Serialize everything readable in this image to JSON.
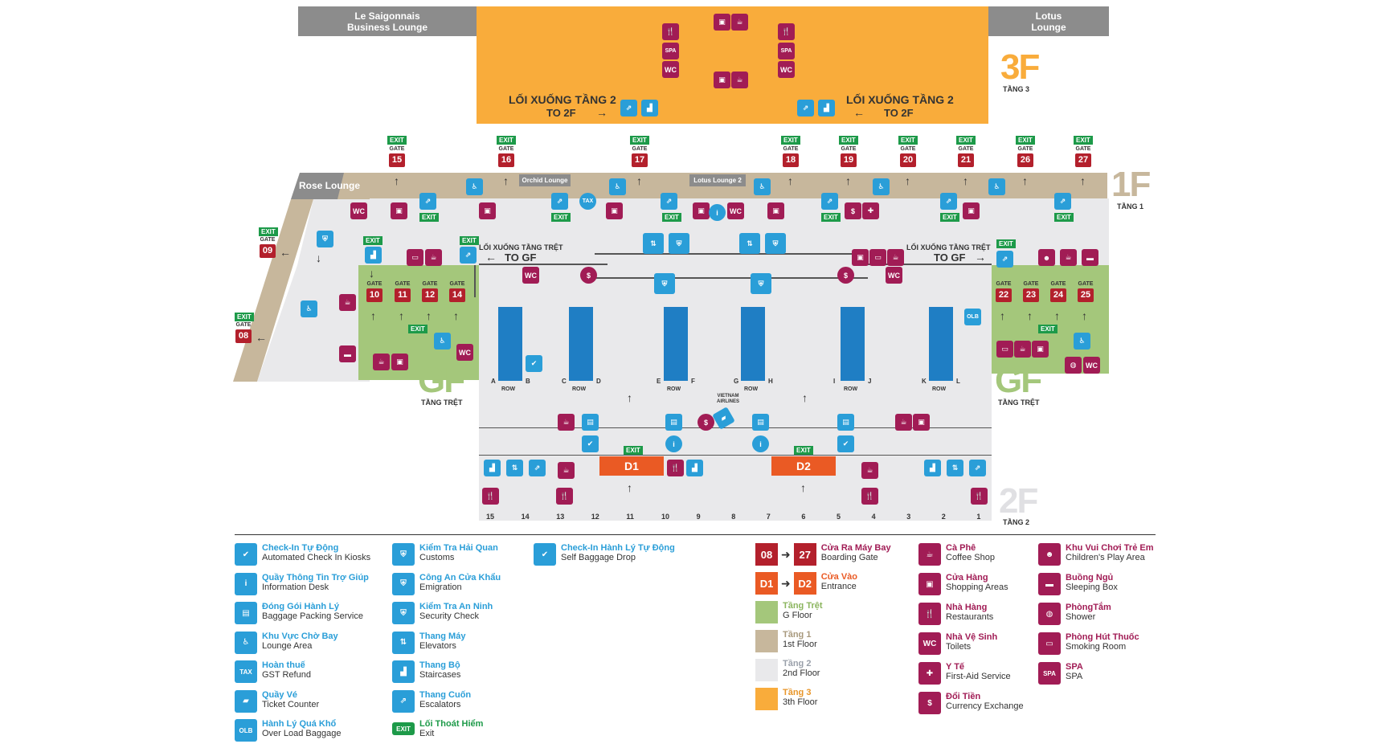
{
  "floors": {
    "f3": {
      "label": "3F",
      "sub": "TẦNG 3"
    },
    "f1": {
      "label": "1F",
      "sub": "TẦNG 1"
    },
    "gf_left": {
      "label": "GF",
      "sub": "TẦNG TRỆT"
    },
    "gf_right": {
      "label": "GF",
      "sub": "TẦNG TRỆT"
    },
    "f2": {
      "label": "2F",
      "sub": "TẦNG 2"
    }
  },
  "lounges": {
    "saigonnais": "Le Saigonnais Business Lounge",
    "lotus": "Lotus Lounge",
    "rose": "Rose Lounge",
    "orchid": "Orchid Lounge",
    "lotus2": "Lotus Lounge 2"
  },
  "map_text": {
    "down_to_2f_left_vn": "LỐI XUỐNG TẦNG 2",
    "down_to_2f_left_en": "TO 2F",
    "down_to_2f_right_vn": "LỐI XUỐNG TẦNG 2",
    "down_to_2f_right_en": "TO 2F",
    "down_to_gf_left_vn": "LỐI XUỐNG TẦNG TRỆT",
    "down_to_gf_left_en": "TO GF",
    "down_to_gf_right_vn": "LỐI XUỐNG TẦNG TRỆT",
    "down_to_gf_right_en": "TO GF",
    "vietnam_airlines": "VIETNAM AIRLINES",
    "row": "ROW"
  },
  "icon_text": {
    "exit": "EXIT",
    "gate": "GATE",
    "wc": "WC",
    "spa": "SPA",
    "tax": "TAX",
    "olb": "OLB"
  },
  "gates_1f": [
    "15",
    "16",
    "17",
    "18",
    "19",
    "20",
    "21",
    "26",
    "27"
  ],
  "gates_left": [
    "09",
    "08"
  ],
  "gates_gf_left": [
    "10",
    "11",
    "12",
    "14"
  ],
  "gates_gf_right": [
    "22",
    "23",
    "24",
    "25"
  ],
  "entrances": [
    "D1",
    "D2"
  ],
  "checkin_rows": [
    "A",
    "B",
    "C",
    "D",
    "E",
    "F",
    "G",
    "H",
    "I",
    "J",
    "K",
    "L"
  ],
  "door_numbers": [
    "15",
    "14",
    "13",
    "12",
    "11",
    "10",
    "9",
    "8",
    "7",
    "6",
    "5",
    "4",
    "3",
    "2",
    "1"
  ],
  "legend": {
    "col1": [
      {
        "vn": "Check-In Tự Động",
        "en": "Automated Check In Kiosks",
        "icon": "check-icon"
      },
      {
        "vn": "Quầy Thông Tin Trợ Giúp",
        "en": "Information Desk",
        "icon": "info-icon"
      },
      {
        "vn": "Đóng Gói Hành Lý",
        "en": "Baggage Packing Service",
        "icon": "baggage-packing-icon"
      },
      {
        "vn": "Khu Vực Chờ Bay",
        "en": "Lounge Area",
        "icon": "lounge-seat-icon"
      },
      {
        "vn": "Hoàn thuế",
        "en": "GST Refund",
        "icon": "tax-icon"
      },
      {
        "vn": "Quầy Vé",
        "en": "Ticket Counter",
        "icon": "ticket-icon"
      },
      {
        "vn": "Hành Lý Quá Khổ",
        "en": "Over Load Baggage",
        "icon": "olb-icon"
      }
    ],
    "col2": [
      {
        "vn": "Kiểm Tra Hải Quan",
        "en": "Customs",
        "icon": "customs-icon"
      },
      {
        "vn": "Công An Cửa Khẩu",
        "en": "Emigration",
        "icon": "emigration-icon"
      },
      {
        "vn": "Kiểm Tra An Ninh",
        "en": "Security Check",
        "icon": "security-icon"
      },
      {
        "vn": "Thang Máy",
        "en": "Elevators",
        "icon": "elevator-icon"
      },
      {
        "vn": "Thang Bộ",
        "en": "Staircases",
        "icon": "stairs-icon"
      },
      {
        "vn": "Thang Cuốn",
        "en": "Escalators",
        "icon": "escalator-icon"
      },
      {
        "vn": "Lối Thoát Hiểm",
        "en": "Exit",
        "icon": "exit-icon"
      }
    ],
    "col3": [
      {
        "vn": "Check-In Hành Lý Tự Động",
        "en": "Self Baggage Drop",
        "icon": "self-bag-drop-icon"
      }
    ],
    "col4": [
      {
        "vn": "Cửa Ra Máy Bay",
        "en": "Boarding Gate",
        "from": "08",
        "to": "27"
      },
      {
        "vn": "Cửa Vào",
        "en": "Entrance",
        "from": "D1",
        "to": "D2"
      },
      {
        "vn": "Tầng Trệt",
        "en": "G Floor"
      },
      {
        "vn": "Tầng 1",
        "en": "1st Floor"
      },
      {
        "vn": "Tầng 2",
        "en": "2nd Floor"
      },
      {
        "vn": "Tầng 3",
        "en": "3th Floor"
      }
    ],
    "col5": [
      {
        "vn": "Cà Phê",
        "en": "Coffee Shop",
        "icon": "coffee-icon"
      },
      {
        "vn": "Cửa Hàng",
        "en": "Shopping Areas",
        "icon": "shopping-icon"
      },
      {
        "vn": "Nhà Hàng",
        "en": "Restaurants",
        "icon": "restaurant-icon"
      },
      {
        "vn": "Nhà Vệ Sinh",
        "en": "Toilets",
        "icon": "wc-icon"
      },
      {
        "vn": "Y Tế",
        "en": "First-Aid Service",
        "icon": "first-aid-icon"
      },
      {
        "vn": "Đổi Tiền",
        "en": "Currency Exchange",
        "icon": "currency-exchange-icon"
      }
    ],
    "col6": [
      {
        "vn": "Khu Vui Chơi Trẻ Em",
        "en": "Children's Play Area",
        "icon": "children-play-icon"
      },
      {
        "vn": "Buồng Ngủ",
        "en": "Sleeping Box",
        "icon": "sleeping-box-icon"
      },
      {
        "vn": "PhòngTắm",
        "en": "Shower",
        "icon": "shower-icon"
      },
      {
        "vn": "Phòng Hút Thuốc",
        "en": "Smoking Room",
        "icon": "smoking-room-icon"
      },
      {
        "vn": "SPA",
        "en": "SPA",
        "icon": "spa-icon"
      }
    ]
  },
  "colors": {
    "gf": "#a4c77b",
    "f1": "#c7b79c",
    "f2": "#e9e9eb",
    "f3": "#f9ac3b",
    "gate_red": "#b3202c",
    "entrance_orange": "#ea5a24",
    "blue_icon": "#2a9ed8",
    "purple_icon": "#a11c55",
    "exit_green": "#1d9a49"
  }
}
